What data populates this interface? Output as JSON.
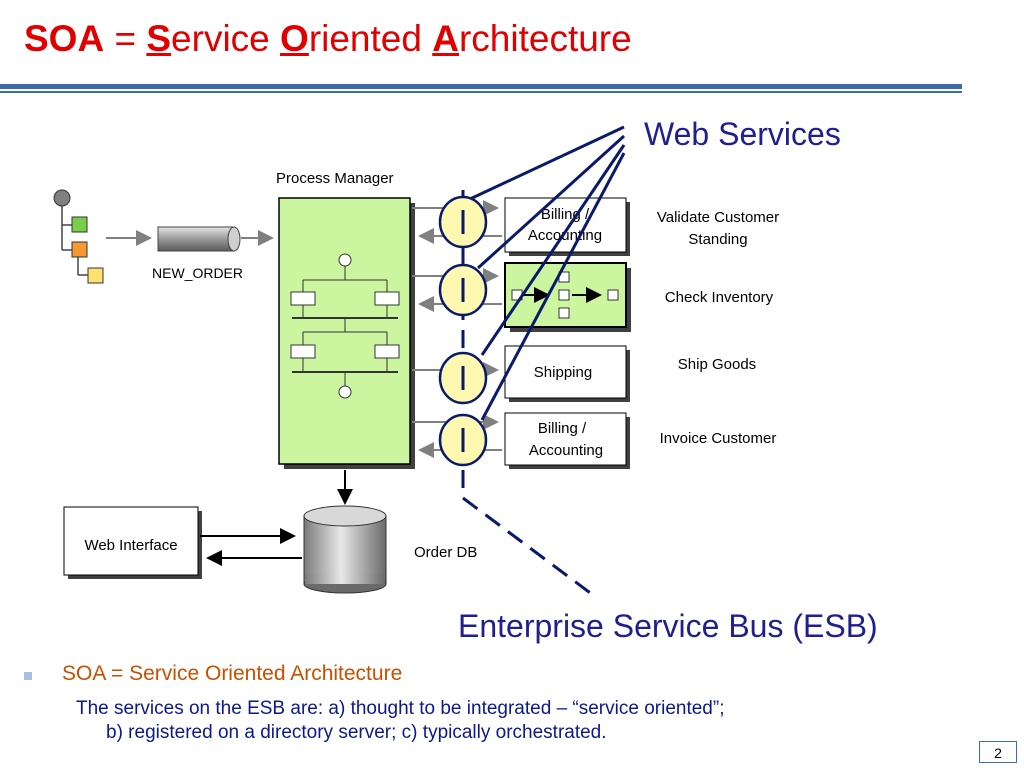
{
  "title": {
    "prefix": "SOA",
    "equals": " = ",
    "s": "S",
    "s_rest": "ervice ",
    "o": "O",
    "o_rest": "riented ",
    "a": "A",
    "a_rest": "rchitecture"
  },
  "labels": {
    "web_services": "Web Services",
    "esb": "Enterprise Service Bus (ESB)"
  },
  "diagram": {
    "process_manager": "Process Manager",
    "channel": "NEW_ORDER",
    "web_interface": "Web Interface",
    "order_db": "Order DB",
    "services": [
      {
        "box_line1": "Billing /",
        "box_line2": "Accounting",
        "desc_line1": "Validate Customer",
        "desc_line2": "Standing"
      },
      {
        "box_line1": "",
        "box_line2": "",
        "desc_line1": "Check Inventory",
        "desc_line2": ""
      },
      {
        "box_line1": "Shipping",
        "box_line2": "",
        "desc_line1": "Ship Goods",
        "desc_line2": ""
      },
      {
        "box_line1": "Billing /",
        "box_line2": "Accounting",
        "desc_line1": "Invoice Customer",
        "desc_line2": ""
      }
    ]
  },
  "bullets": {
    "main": "SOA = Service Oriented Architecture",
    "sub_line1": "The services on the ESB are: a) thought to be integrated – “service oriented”;",
    "sub_line2": "b) registered on a directory server; c) typically orchestrated."
  },
  "page_number": "2",
  "colors": {
    "title_red": "#e00000",
    "rule_blue": "#3a6ea5",
    "label_navy": "#1f1f8f",
    "bus_navy": "#0a1a6a",
    "green_fill": "#ccf5a0",
    "connector_fill": "#fff8b0",
    "bullet_orange": "#c85000"
  }
}
